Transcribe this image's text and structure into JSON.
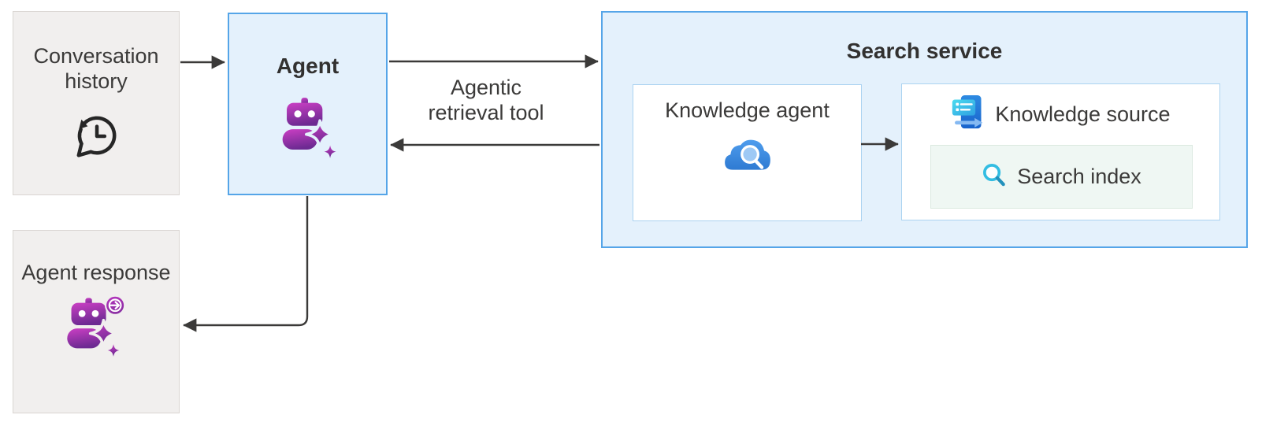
{
  "diagram": {
    "nodes": {
      "conversation_history": {
        "label": "Conversation history",
        "icon": "chat-history-icon"
      },
      "agent": {
        "label": "Agent",
        "icon": "agent-sparkle-icon"
      },
      "search_service": {
        "title": "Search service"
      },
      "knowledge_agent": {
        "label": "Knowledge agent",
        "icon": "cloud-search-icon"
      },
      "knowledge_source": {
        "label": "Knowledge source",
        "icon": "knowledge-source-icon"
      },
      "search_index": {
        "label": "Search index",
        "icon": "search-magnifier-icon"
      },
      "agent_response": {
        "label": "Agent response",
        "icon": "agent-response-icon"
      }
    },
    "edges": {
      "conversation_history_to_agent": {
        "label": ""
      },
      "agent_to_search_service": {
        "label": "Agentic retrieval tool"
      },
      "search_service_to_agent": {
        "label": ""
      },
      "knowledge_agent_to_knowledge_source": {
        "label": ""
      },
      "agent_to_agent_response": {
        "label": ""
      }
    },
    "colors": {
      "service_fill": "#e4f1fc",
      "service_border": "#55a5e8",
      "neutral_fill": "#f1efee",
      "neutral_border": "#d9d5d2",
      "inner_box_border": "#abd3f1",
      "index_fill": "#eff7f3",
      "index_border": "#dbe9e0",
      "arrow": "#3b3a39",
      "text": "#3b3a39",
      "agent_purple_top": "#cb3fc4",
      "agent_purple_bottom": "#6d2a92",
      "cloud_blue": "#2e7ad2",
      "knowledge_source_blue": "#1f6ad0",
      "search_teal_ring": "#33bde2",
      "search_teal_handle": "#2391bc"
    }
  }
}
